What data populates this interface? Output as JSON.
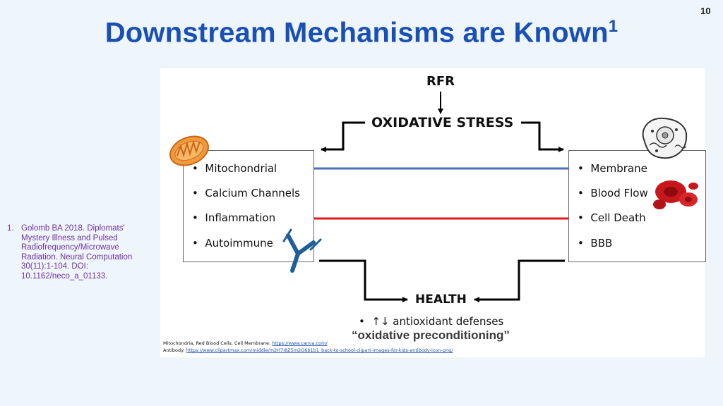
{
  "slide_number": "10",
  "title": "Downstream Mechanisms are Known",
  "title_superscript": "1",
  "reference": {
    "number": "1.",
    "text": "Golomb BA 2018. Diplomats' Mystery Illness and Pulsed Radiofrequency/Microwave Radiation. Neural Computation 30(11):1-104. DOI: 10.1162/neco_a_01133."
  },
  "diagram": {
    "top_label": "RFR",
    "center_label": "OXIDATIVE STRESS",
    "left_items": [
      "Mitochondrial",
      "Calcium Channels",
      "Inflammation",
      "Autoimmune"
    ],
    "right_items": [
      "Membrane",
      "Blood Flow",
      "Cell Death",
      "BBB"
    ],
    "bottom_label": "HEALTH",
    "bottom_bullet": "↑↓ antioxidant defenses",
    "bottom_quote": "“oxidative preconditioning”",
    "bullet_char": "•"
  },
  "credits": {
    "line1_prefix": "Mitochondria, Red Blood Cells, Cell Membrane: ",
    "line1_link": "https://www.canva.com/",
    "line2_prefix": "Antibody: ",
    "line2_link": "https://www.clipartmax.com/middle/m2H7i8Z5m2G6b1b1_back-to-school-clipart-images-for-kids-antibody-icon-png/"
  },
  "colors": {
    "title": "#1a4fb5",
    "reference": "#7030a0",
    "blue_arrow": "#4a72b8",
    "red_arrow": "#e0191b"
  }
}
